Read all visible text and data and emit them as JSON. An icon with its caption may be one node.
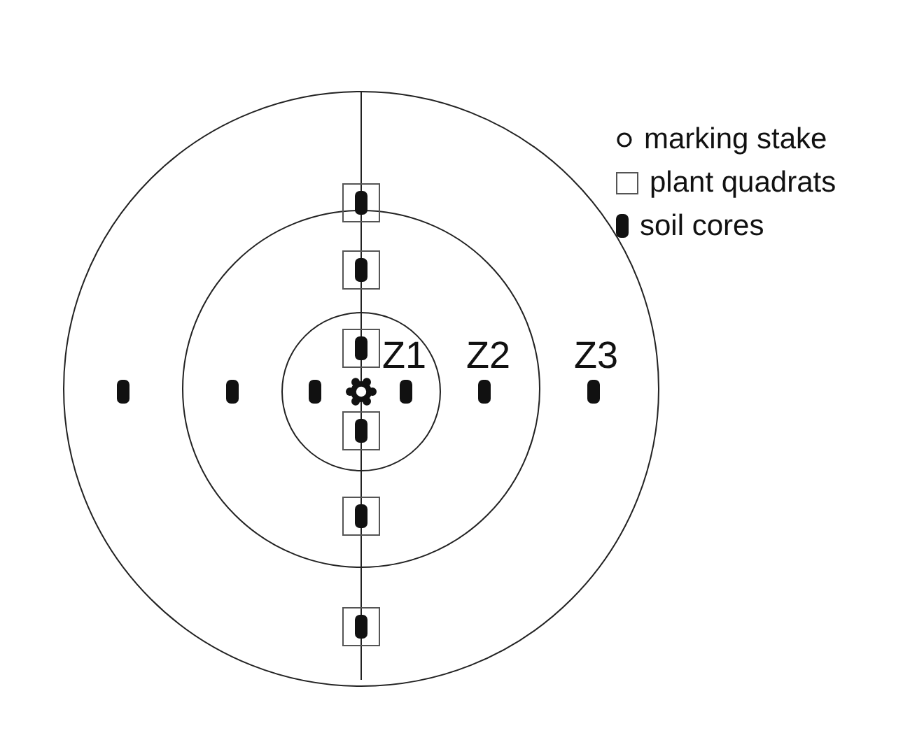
{
  "diagram": {
    "nodes": [
      {
        "text": [
          "Z3"
        ]
      },
      {
        "text": [
          "Z2"
        ],
        "in": 0
      },
      {
        "text": [
          "Z1"
        ],
        "in": 1
      }
    ],
    "legend": [
      {
        "text": "marking stake"
      },
      {
        "text": "plant quadrats"
      },
      {
        "text": "soil cores"
      }
    ]
  }
}
